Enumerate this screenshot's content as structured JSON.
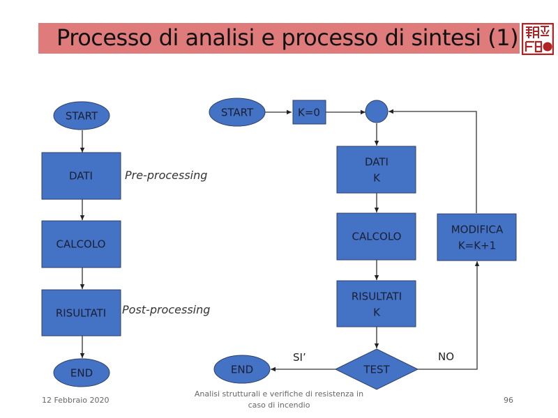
{
  "slide": {
    "title": "Processo di analisi e processo di sintesi (1)",
    "logo_icon": "red-seal-logo-icon",
    "colors": {
      "title_bar": "#e07b7b",
      "node_fill": "#4472c4",
      "logo": "#b22222"
    }
  },
  "left_flow": {
    "start": "START",
    "dati": "DATI",
    "calcolo": "CALCOLO",
    "risultati": "RISULTATI",
    "end": "END",
    "pre_note": "Pre-processing",
    "post_note": "Post-processing"
  },
  "right_flow": {
    "start": "START",
    "init": "K=0",
    "dati_line1": "DATI",
    "dati_line2": "K",
    "calcolo": "CALCOLO",
    "risultati_line1": "RISULTATI",
    "risultati_line2": "K",
    "test": "TEST",
    "end": "END",
    "modifica_line1": "MODIFICA",
    "modifica_line2": "K=K+1",
    "yes_label": "SI’",
    "no_label": "NO"
  },
  "footer": {
    "date": "12 Febbraio 2020",
    "course_line1": "Analisi strutturali e verifiche di resistenza in",
    "course_line2": "caso di incendio",
    "page_number": "96"
  }
}
